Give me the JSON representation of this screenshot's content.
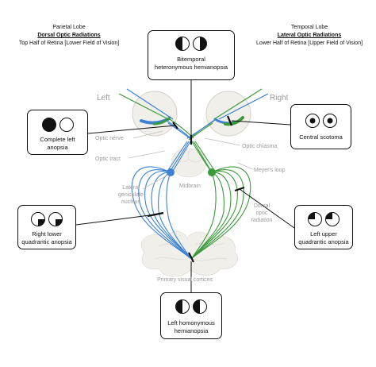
{
  "headers": {
    "left": {
      "line1": "Parietal Lobe",
      "line2": "Dorsal Optic Radiations",
      "line3": "Top Half of Retina [Lower Field of Vision]"
    },
    "right": {
      "line1": "Temporal Lobe",
      "line2": "Lateral Optic Radiations",
      "line3": "Lower Half of Retina [Upper Field of Vision]"
    }
  },
  "sides": {
    "left": "Left",
    "right": "Right"
  },
  "deficits": {
    "bitemporal": {
      "line1": "Bitemporal",
      "line2": "heteronymous hemianopsia",
      "icon": "bitemporal-field-icon"
    },
    "complete_left": {
      "line1": "Complete left",
      "line2": "anopsia",
      "icon": "left-eye-blind-field-icon"
    },
    "central": {
      "line1": "Central scotoma",
      "icon": "central-scotoma-field-icon"
    },
    "right_lower": {
      "line1": "Right lower",
      "line2": "quadrantic anopsia",
      "icon": "right-lower-quadrant-field-icon"
    },
    "left_upper": {
      "line1": "Left upper",
      "line2": "quadrantic anopsia",
      "icon": "left-upper-quadrant-field-icon"
    },
    "left_homonymous": {
      "line1": "Left homonymous",
      "line2": "hemianopsia",
      "icon": "left-homonymous-field-icon"
    }
  },
  "anatomy": {
    "optic_nerve": "Optic nerve",
    "optic_chiasma": "Optic chiasma",
    "optic_tract": "Optic tract",
    "meyers_loop": "Meyer's loop",
    "midbrain": "Midbrain",
    "lgn_1": "Lateral",
    "lgn_2": "geniculate",
    "lgn_3": "nucleus",
    "dor_1": "Dorsal",
    "dor_2": "optic",
    "dor_3": "radiation",
    "cortices": "Primary visual cortices"
  },
  "colors": {
    "blue_pathway": "#3b82d6",
    "green_pathway": "#3b9a3b",
    "lesion": "#111111",
    "anatomy_fill": "#f1efea",
    "label_gray": "#9a9a9a"
  }
}
